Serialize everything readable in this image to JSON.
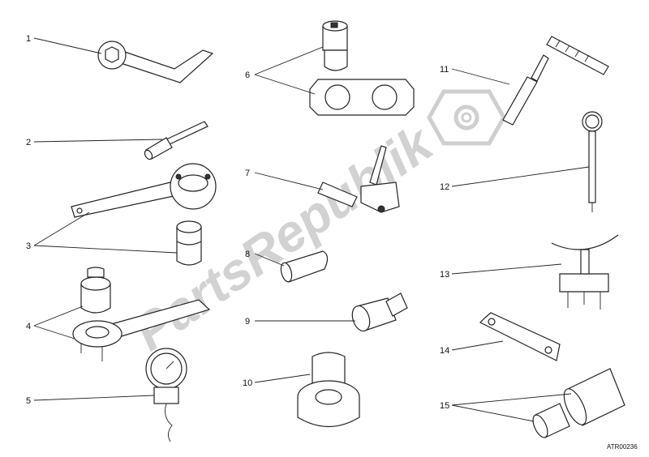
{
  "watermark": "PartsRepublik",
  "drawing_code": "ATR00236",
  "callouts": [
    "1",
    "2",
    "3",
    "4",
    "5",
    "6",
    "7",
    "8",
    "9",
    "10",
    "11",
    "12",
    "13",
    "14",
    "15"
  ]
}
